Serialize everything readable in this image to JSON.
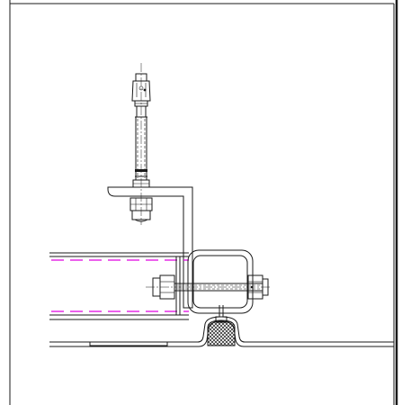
{
  "drawing": {
    "view": "section-detail",
    "components": [
      "threaded-rod-with-clevis",
      "angle-bracket",
      "channel-beam",
      "square-u-bolt-clamp",
      "bolt-and-nut",
      "deck-plate",
      "insulation-infill"
    ]
  },
  "colors": {
    "line": "#1a1a1a",
    "hidden_line": "#e000e0",
    "frame": "#1a1a1a",
    "background": "#ffffff"
  }
}
